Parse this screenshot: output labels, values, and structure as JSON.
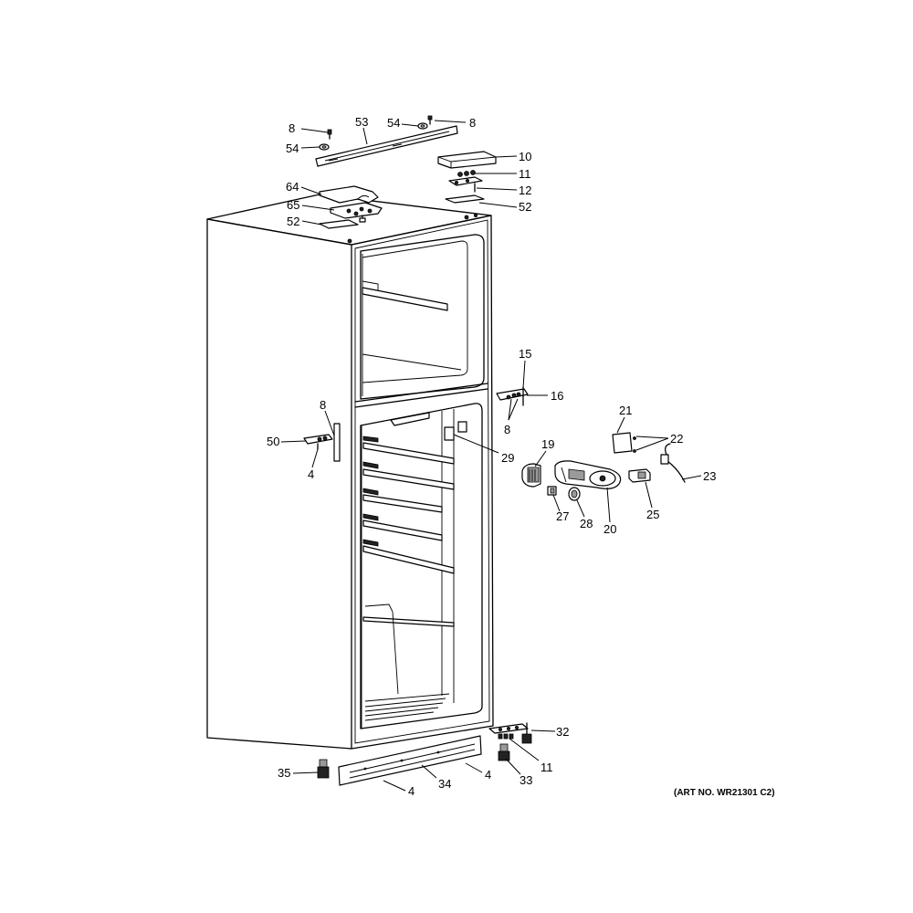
{
  "callouts": [
    {
      "id": "c-8-topleft",
      "label": "8"
    },
    {
      "id": "c-53",
      "label": "53"
    },
    {
      "id": "c-54-topright",
      "label": "54"
    },
    {
      "id": "c-8-topright",
      "label": "8"
    },
    {
      "id": "c-54-left",
      "label": "54"
    },
    {
      "id": "c-10",
      "label": "10"
    },
    {
      "id": "c-11-top",
      "label": "11"
    },
    {
      "id": "c-12",
      "label": "12"
    },
    {
      "id": "c-64",
      "label": "64"
    },
    {
      "id": "c-65",
      "label": "65"
    },
    {
      "id": "c-52-right",
      "label": "52"
    },
    {
      "id": "c-52-left",
      "label": "52"
    },
    {
      "id": "c-15",
      "label": "15"
    },
    {
      "id": "c-16",
      "label": "16"
    },
    {
      "id": "c-8-mid",
      "label": "8"
    },
    {
      "id": "c-8-left",
      "label": "8"
    },
    {
      "id": "c-50",
      "label": "50"
    },
    {
      "id": "c-4-left",
      "label": "4"
    },
    {
      "id": "c-29",
      "label": "29"
    },
    {
      "id": "c-21",
      "label": "21"
    },
    {
      "id": "c-22",
      "label": "22"
    },
    {
      "id": "c-19",
      "label": "19"
    },
    {
      "id": "c-23",
      "label": "23"
    },
    {
      "id": "c-25",
      "label": "25"
    },
    {
      "id": "c-27",
      "label": "27"
    },
    {
      "id": "c-28",
      "label": "28"
    },
    {
      "id": "c-20",
      "label": "20"
    },
    {
      "id": "c-32",
      "label": "32"
    },
    {
      "id": "c-11-bottom",
      "label": "11"
    },
    {
      "id": "c-33",
      "label": "33"
    },
    {
      "id": "c-35",
      "label": "35"
    },
    {
      "id": "c-34",
      "label": "34"
    },
    {
      "id": "c-4-bottomright",
      "label": "4"
    },
    {
      "id": "c-4-bottom",
      "label": "4"
    }
  ],
  "art_number": "(ART NO. WR21301 C2)"
}
